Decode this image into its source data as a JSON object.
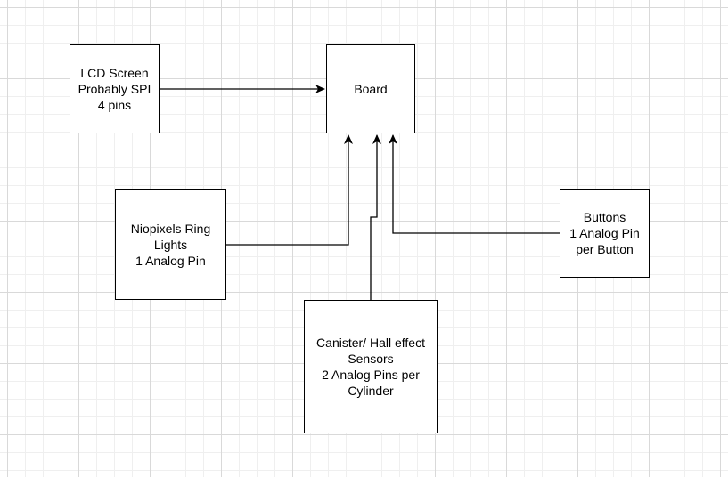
{
  "diagram": {
    "nodes": {
      "lcd": {
        "label": "LCD Screen\nProbably SPI\n4 pins"
      },
      "board": {
        "label": "Board"
      },
      "neopixels": {
        "label": "Niopixels Ring\nLights\n1 Analog Pin"
      },
      "buttons": {
        "label": "Buttons\n1 Analog Pin\nper Button"
      },
      "canister": {
        "label": "Canister/ Hall effect\nSensors\n2 Analog Pins per\nCylinder"
      }
    },
    "edges": [
      {
        "from": "lcd",
        "to": "board"
      },
      {
        "from": "neopixels",
        "to": "board"
      },
      {
        "from": "canister",
        "to": "board"
      },
      {
        "from": "buttons",
        "to": "board"
      }
    ]
  }
}
